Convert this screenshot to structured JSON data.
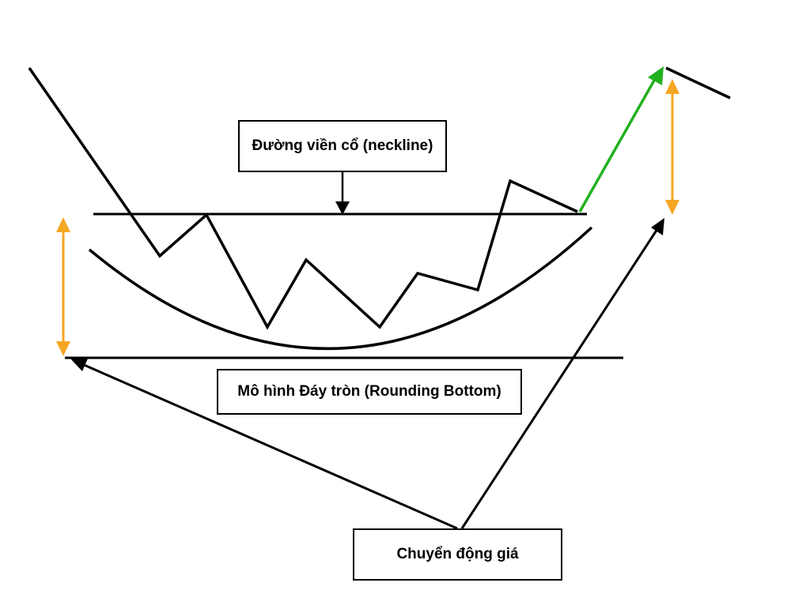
{
  "labels": {
    "neckline": "Đường viền cổ (neckline)",
    "pattern": "Mô hình Đáy tròn (Rounding Bottom)",
    "price_movement": "Chuyển động giá"
  },
  "colors": {
    "line": "#000000",
    "breakout_arrow": "#22b01f",
    "measure_arrow": "#f5a623",
    "background": "#ffffff"
  }
}
